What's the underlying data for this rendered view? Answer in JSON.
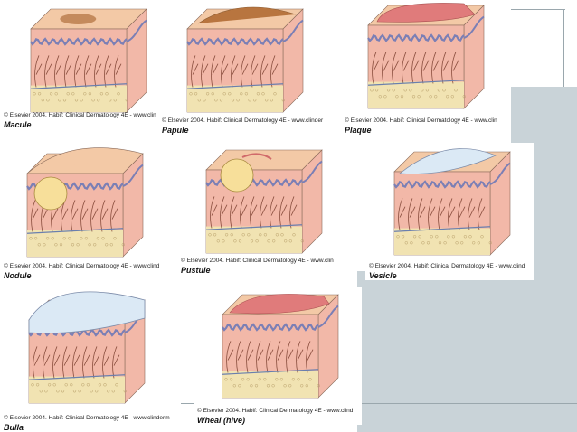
{
  "credit": "© Elsevier 2004. Habif: Clinical Dermatology 4E - www.clinderm",
  "panels": [
    {
      "id": "macule",
      "label": "Macule",
      "credit": "© Elsevier 2004. Habif: Clinical Dermatology 4E - www.clin"
    },
    {
      "id": "papule",
      "label": "Papule",
      "credit": "© Elsevier 2004. Habif: Clinical Dermatology 4E - www.clinder"
    },
    {
      "id": "plaque",
      "label": "Plaque",
      "credit": "© Elsevier 2004. Habif: Clinical Dermatology 4E - www.clin"
    },
    {
      "id": "nodule",
      "label": "Nodule",
      "credit": "© Elsevier 2004. Habif: Clinical Dermatology 4E - www.clind"
    },
    {
      "id": "pustule",
      "label": "Pustule",
      "credit": "© Elsevier 2004. Habif: Clinical Dermatology 4E - www.clin"
    },
    {
      "id": "vesicle",
      "label": "Vesicle",
      "credit": "© Elsevier 2004. Habif: Clinical Dermatology 4E - www.clind"
    },
    {
      "id": "bulla",
      "label": "Bulla",
      "credit": "© Elsevier 2004. Habif: Clinical Dermatology 4E - www.clinderm"
    },
    {
      "id": "wheal",
      "label": "Wheal (hive)",
      "credit": "© Elsevier 2004. Habif: Clinical Dermatology 4E - www.clind"
    }
  ],
  "colors": {
    "skin_top": "#f3c9a6",
    "skin_side": "#f0b9a0",
    "dermis": "#f2b8a8",
    "fat": "#f1e3b2",
    "vessel": "#8a4e3e",
    "epidermis_wave": "#7b7fb5",
    "macule": "#c48a5c",
    "papule": "#b8753f",
    "plaque": "#e07b7b",
    "pus": "#f7df9a",
    "fluid": "#dbe9f5",
    "background_block": "#c9d3d8"
  }
}
